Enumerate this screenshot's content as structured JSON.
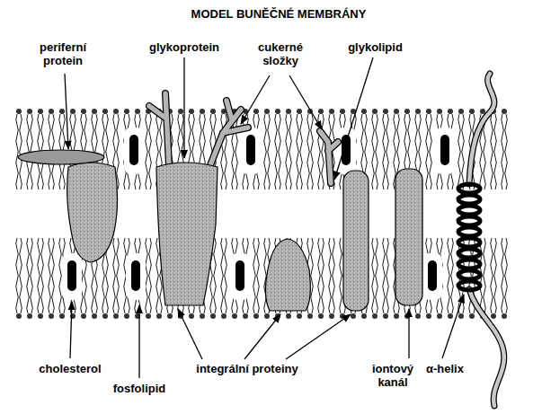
{
  "diagram": {
    "title": "MODEL BUNĚČNÉ MEMBRÁNY",
    "labels": [
      "periferní protein",
      "glykoprotein",
      "cukerné složky",
      "glykolipid",
      "cholesterol",
      "fosfolipid",
      "integrální proteiny",
      "iontový kanál",
      "α-helix"
    ]
  }
}
